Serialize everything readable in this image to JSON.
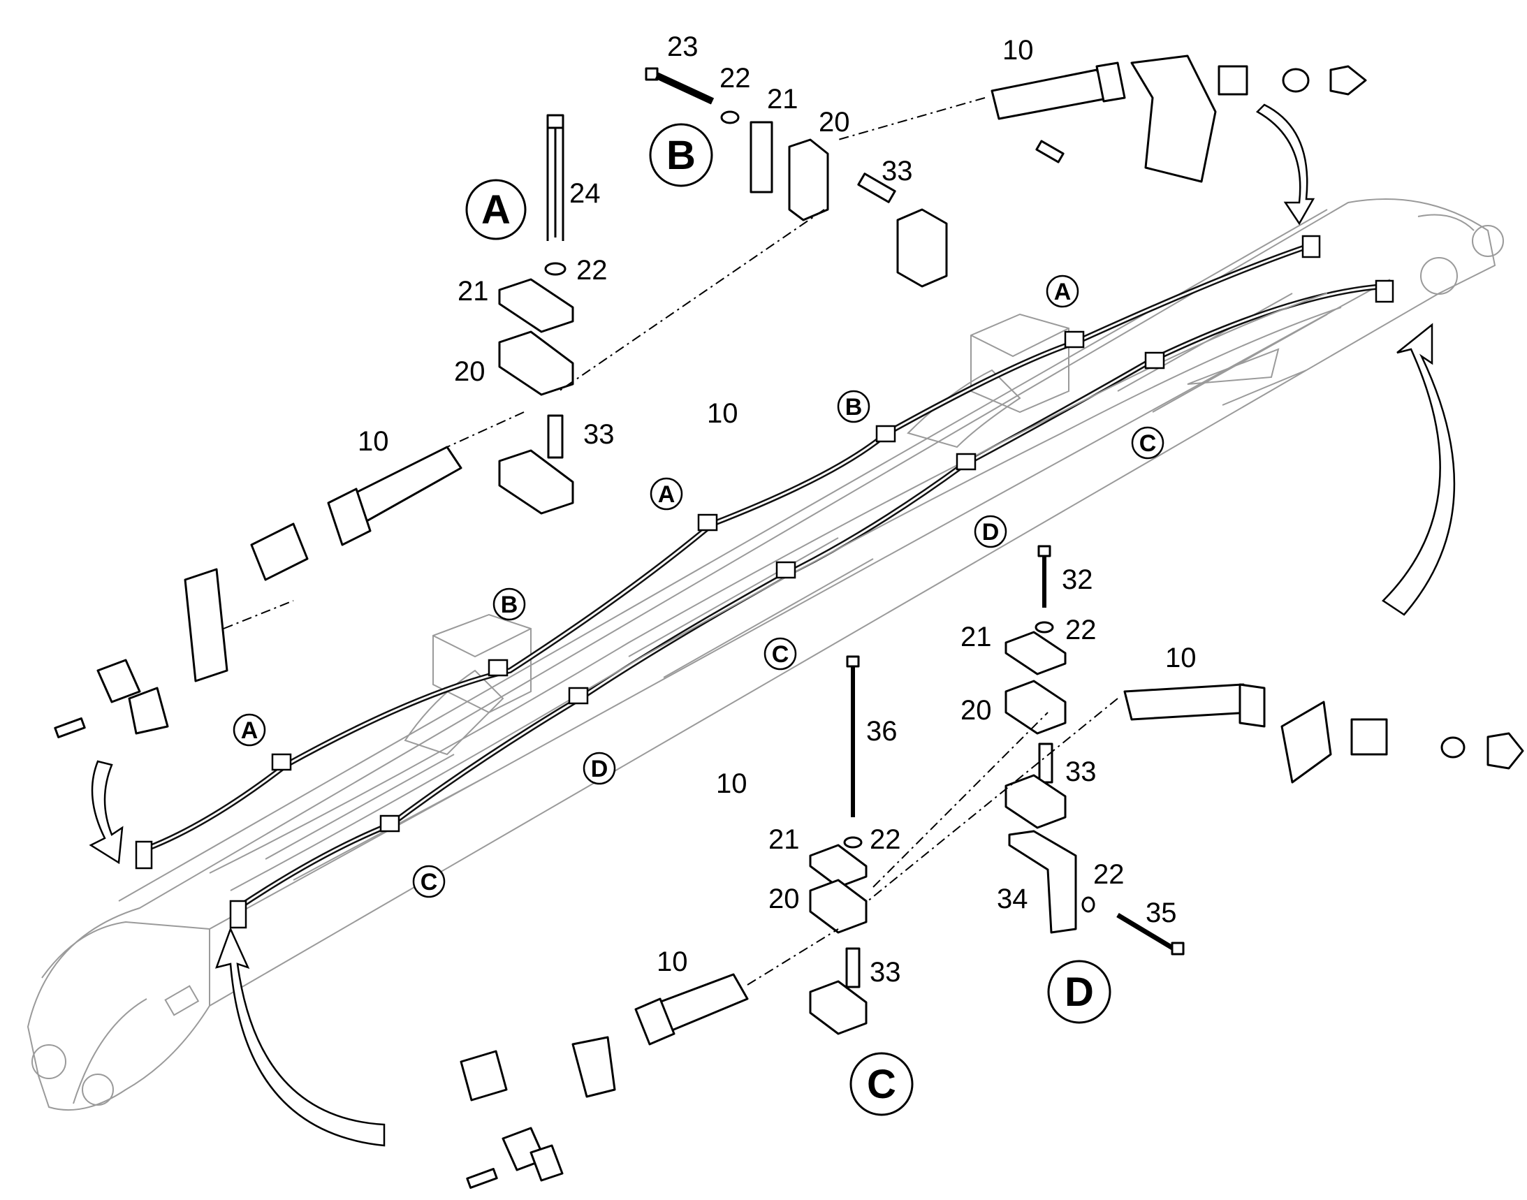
{
  "callouts": {
    "view_A_top": "A",
    "view_B_top": "B",
    "view_C_bottom": "C",
    "view_D_right": "D",
    "boom_A1": "A",
    "boom_A2": "A",
    "boom_A3": "A",
    "boom_B1": "B",
    "boom_B2": "B",
    "boom_C1": "C",
    "boom_C2": "C",
    "boom_C3": "C",
    "boom_D1": "D",
    "boom_D2": "D"
  },
  "part_numbers": {
    "p10_top": "10",
    "p10_left": "10",
    "p10_mid1": "10",
    "p10_mid2": "10",
    "p10_right": "10",
    "p10_bottom": "10",
    "p20_A": "20",
    "p21_A": "21",
    "p22_A": "22",
    "p24_A": "24",
    "p33_A": "33",
    "p20_B": "20",
    "p21_B": "21",
    "p22_B": "22",
    "p23_B": "23",
    "p33_B": "33",
    "p20_C": "20",
    "p21_C": "21",
    "p22_C": "22",
    "p33_C": "33",
    "p36_C": "36",
    "p20_D": "20",
    "p21_D": "21",
    "p22_D": "22",
    "p22_D2": "22",
    "p32_D": "32",
    "p33_D": "33",
    "p34_D": "34",
    "p35_D": "35"
  },
  "colors": {
    "line": "#000000",
    "boom_outline": "#9a9a9a",
    "background": "#ffffff"
  }
}
